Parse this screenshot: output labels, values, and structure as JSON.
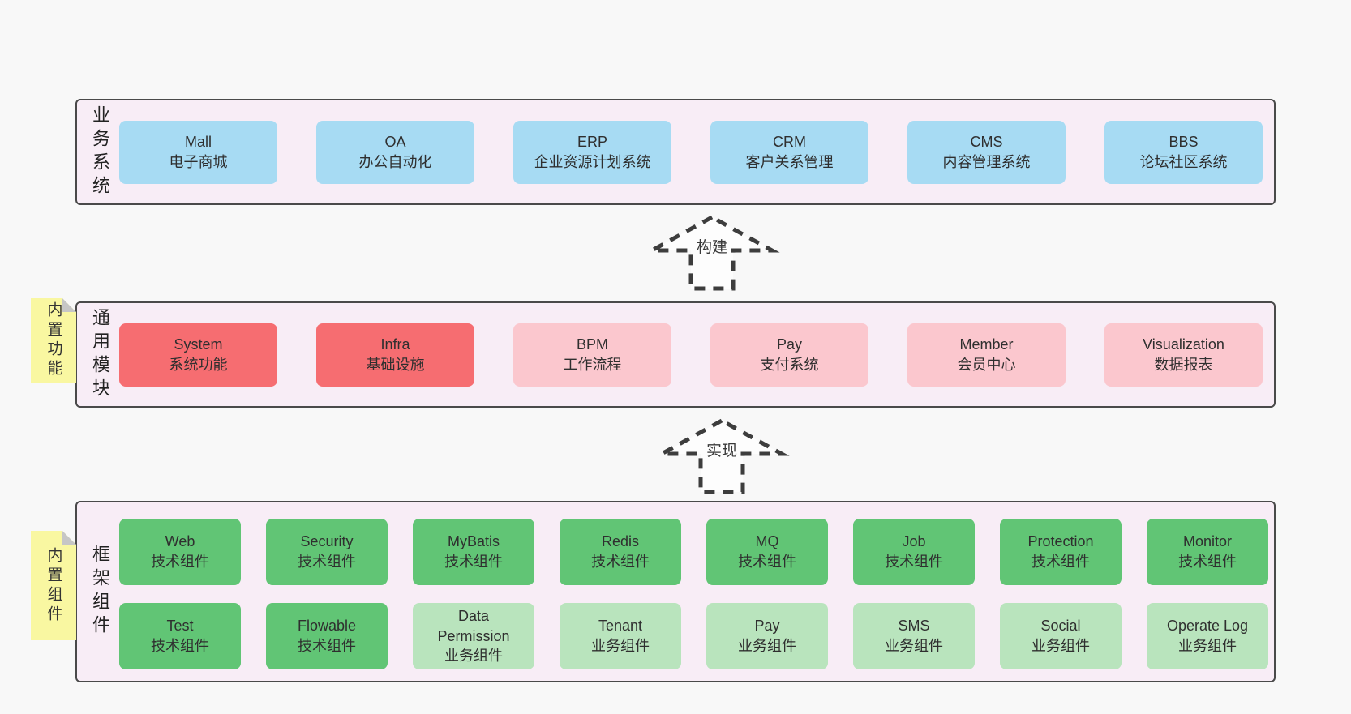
{
  "colors": {
    "page_background": "#f8f8f8",
    "band_background": "#f8edf6",
    "band_border": "#4a4a4a",
    "blue_box": "#a7dbf3",
    "red_box": "#f66d71",
    "pink_box": "#fbc7ce",
    "green_dark_box": "#61c575",
    "green_light_box": "#b9e4bd",
    "sticky_yellow": "#f9f7a1",
    "sticky_fold": "#c6c6c6",
    "arrow_dash": "#3d3d3d"
  },
  "bands": [
    {
      "id": "business-systems",
      "label": "业务系统",
      "boxes": [
        {
          "name": "Mall",
          "desc": "电子商城",
          "type": "blue"
        },
        {
          "name": "OA",
          "desc": "办公自动化",
          "type": "blue"
        },
        {
          "name": "ERP",
          "desc": "企业资源计划系统",
          "type": "blue"
        },
        {
          "name": "CRM",
          "desc": "客户关系管理",
          "type": "blue"
        },
        {
          "name": "CMS",
          "desc": "内容管理系统",
          "type": "blue"
        },
        {
          "name": "BBS",
          "desc": "论坛社区系统",
          "type": "blue"
        }
      ]
    },
    {
      "id": "common-modules",
      "label": "通用模块",
      "sticky": "内置功能",
      "boxes": [
        {
          "name": "System",
          "desc": "系统功能",
          "type": "red"
        },
        {
          "name": "Infra",
          "desc": "基础设施",
          "type": "red"
        },
        {
          "name": "BPM",
          "desc": "工作流程",
          "type": "pink"
        },
        {
          "name": "Pay",
          "desc": "支付系统",
          "type": "pink"
        },
        {
          "name": "Member",
          "desc": "会员中心",
          "type": "pink"
        },
        {
          "name": "Visualization",
          "desc": "数据报表",
          "type": "pink"
        }
      ]
    },
    {
      "id": "framework-components",
      "label": "框架组件",
      "sticky": "内置组件",
      "rows": [
        [
          {
            "name": "Web",
            "desc": "技术组件",
            "type": "green-dark"
          },
          {
            "name": "Security",
            "desc": "技术组件",
            "type": "green-dark"
          },
          {
            "name": "MyBatis",
            "desc": "技术组件",
            "type": "green-dark"
          },
          {
            "name": "Redis",
            "desc": "技术组件",
            "type": "green-dark"
          },
          {
            "name": "MQ",
            "desc": "技术组件",
            "type": "green-dark"
          },
          {
            "name": "Job",
            "desc": "技术组件",
            "type": "green-dark"
          },
          {
            "name": "Protection",
            "desc": "技术组件",
            "type": "green-dark"
          },
          {
            "name": "Monitor",
            "desc": "技术组件",
            "type": "green-dark"
          }
        ],
        [
          {
            "name": "Test",
            "desc": "技术组件",
            "type": "green-dark"
          },
          {
            "name": "Flowable",
            "desc": "技术组件",
            "type": "green-dark"
          },
          {
            "name": "Data Permission",
            "desc": "业务组件",
            "type": "green-light"
          },
          {
            "name": "Tenant",
            "desc": "业务组件",
            "type": "green-light"
          },
          {
            "name": "Pay",
            "desc": "业务组件",
            "type": "green-light"
          },
          {
            "name": "SMS",
            "desc": "业务组件",
            "type": "green-light"
          },
          {
            "name": "Social",
            "desc": "业务组件",
            "type": "green-light"
          },
          {
            "name": "Operate Log",
            "desc": "业务组件",
            "type": "green-light"
          }
        ]
      ]
    }
  ],
  "arrows": [
    {
      "label": "构建"
    },
    {
      "label": "实现"
    }
  ]
}
